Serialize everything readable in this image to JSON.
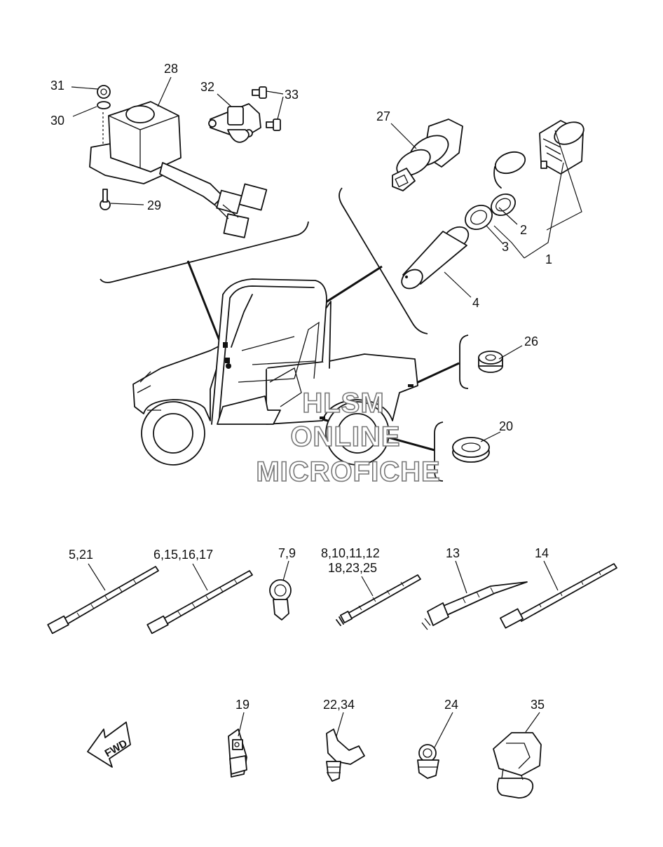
{
  "callouts": {
    "c1": "1",
    "c2": "2",
    "c3": "3",
    "c4": "4",
    "c5_21": "5,21",
    "c6_15_16_17": "6,15,16,17",
    "c7_9": "7,9",
    "c8_10_11_12": "8,10,11,12",
    "c18_23_25": "18,23,25",
    "c13": "13",
    "c14": "14",
    "c19": "19",
    "c20": "20",
    "c22_34": "22,34",
    "c24": "24",
    "c26": "26",
    "c27": "27",
    "c28": "28",
    "c29": "29",
    "c30": "30",
    "c31": "31",
    "c32": "32",
    "c33": "33",
    "c35": "35"
  },
  "fwd_label": "FWD",
  "watermark": {
    "line1": "HLSM",
    "line2": "ONLINE",
    "line3": "MICROFICHE"
  }
}
